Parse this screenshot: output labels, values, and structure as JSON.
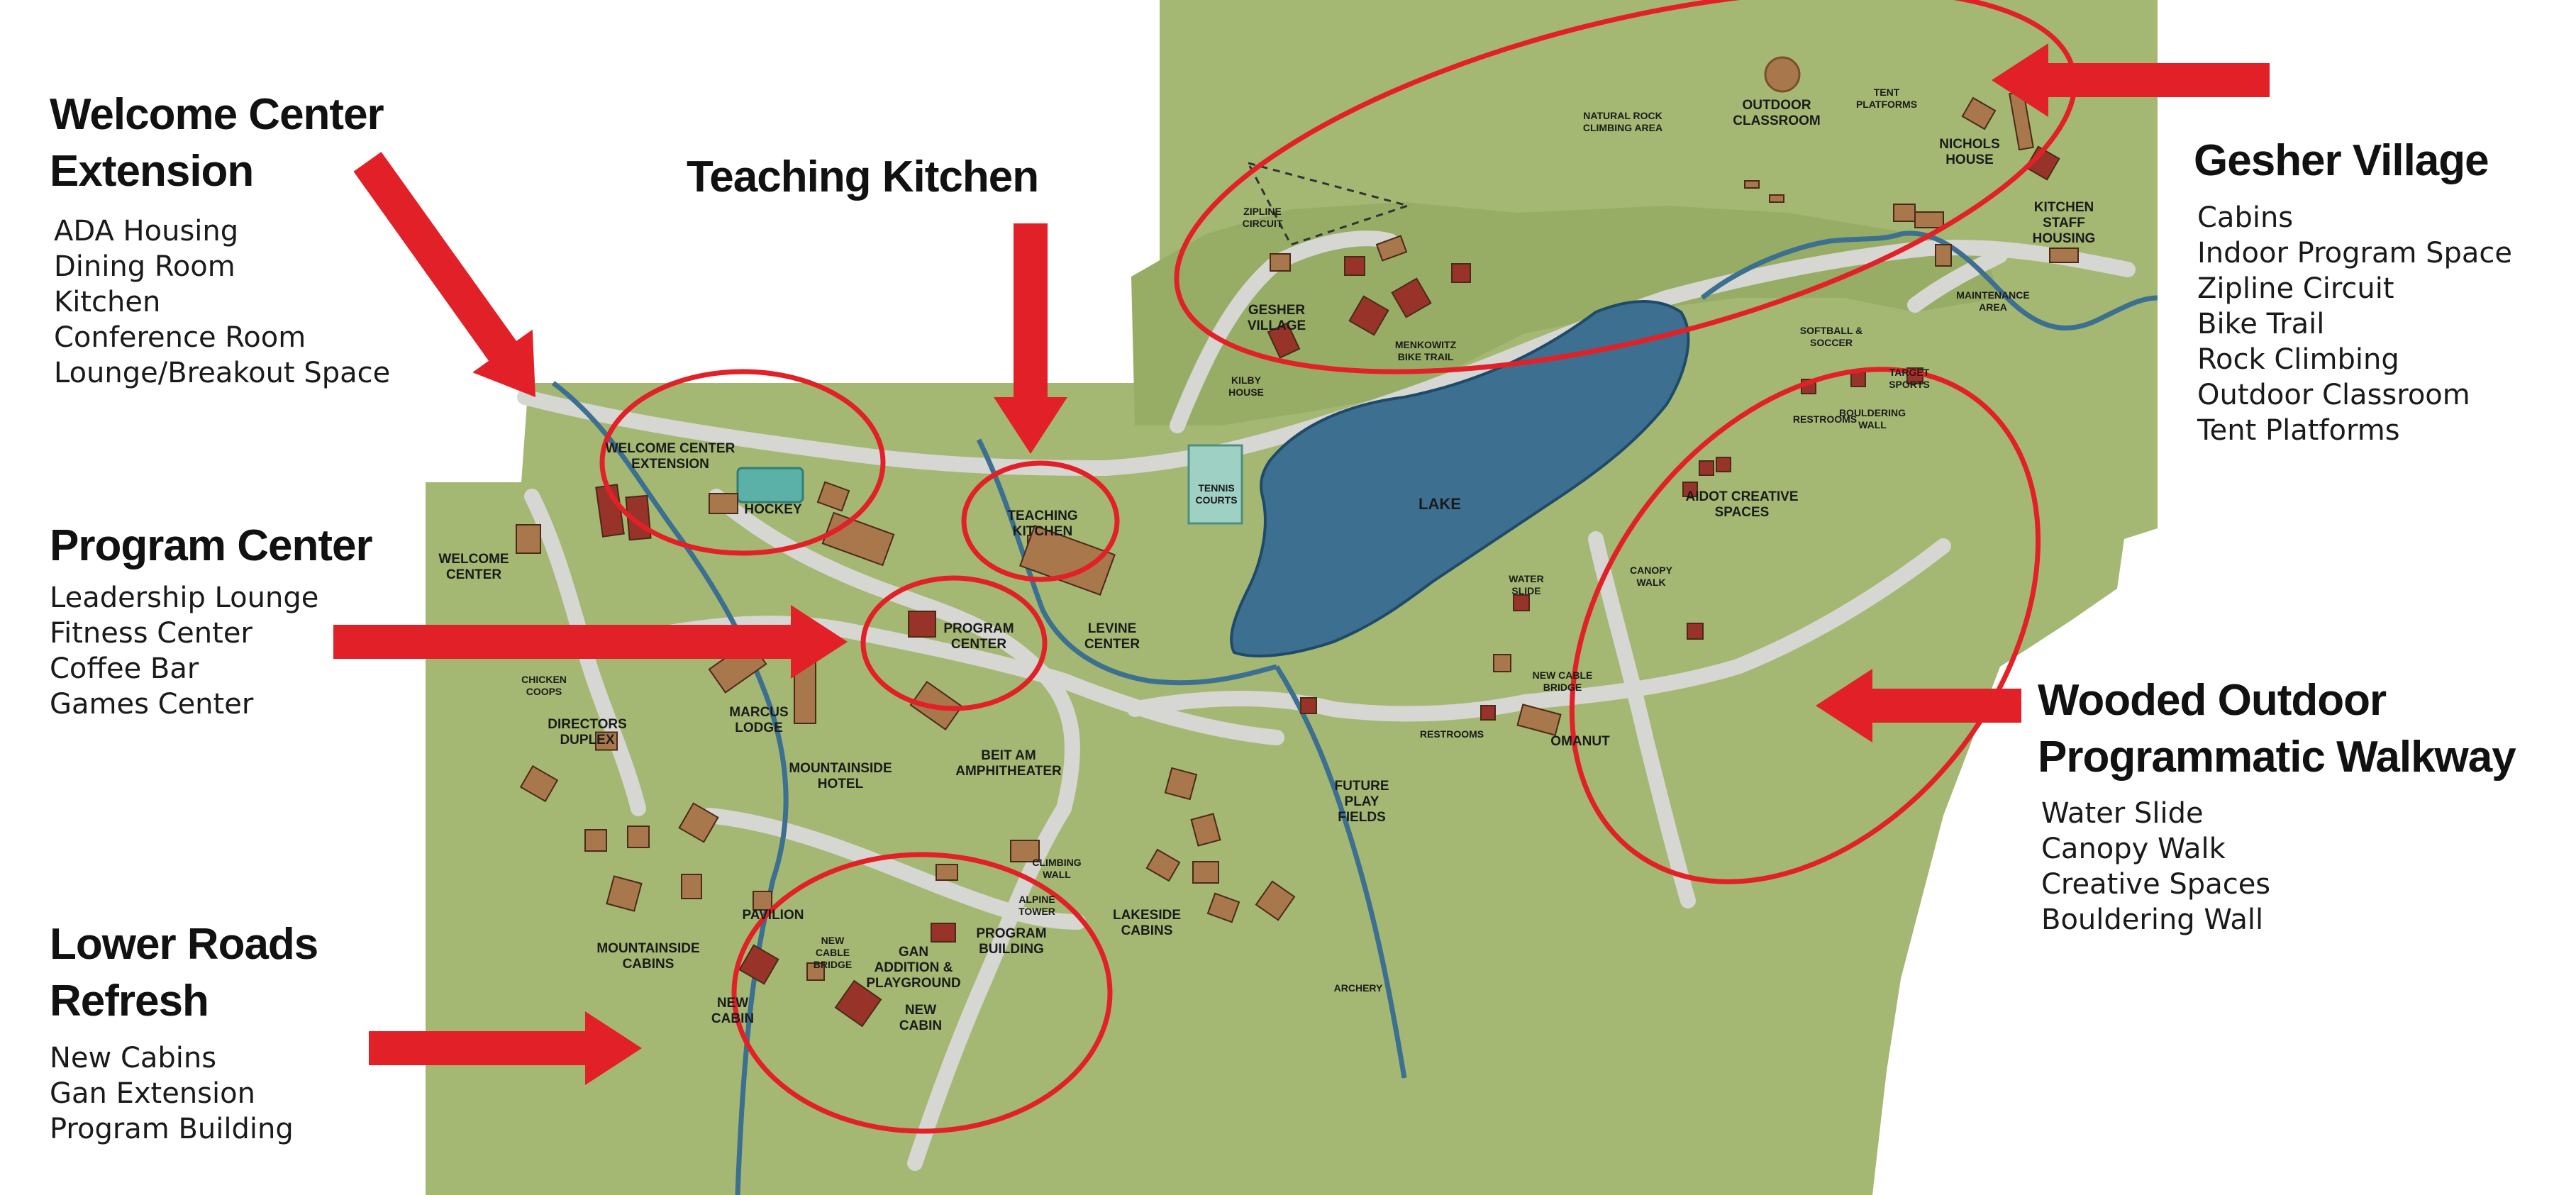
{
  "colors": {
    "land": "#a4b873",
    "land_dark": "#97ad65",
    "road": "#d6d6d2",
    "lake": "#3d6f90",
    "lake_edge": "#1f4a68",
    "building": "#a9774c",
    "building_red": "#98332a",
    "highlight": "#e12127"
  },
  "callouts": {
    "welcome": {
      "title_lines": [
        "Welcome Center",
        "Extension"
      ],
      "items": [
        "ADA Housing",
        "Dining Room",
        "Kitchen",
        "Conference Room",
        "Lounge/Breakout Space"
      ]
    },
    "teaching": {
      "title_lines": [
        "Teaching Kitchen"
      ],
      "items": []
    },
    "program": {
      "title_lines": [
        "Program Center"
      ],
      "items": [
        "Leadership Lounge",
        "Fitness Center",
        "Coffee Bar",
        "Games Center"
      ]
    },
    "lower": {
      "title_lines": [
        "Lower Roads",
        "Refresh"
      ],
      "items": [
        "New Cabins",
        "Gan Extension",
        "Program Building"
      ]
    },
    "gesher": {
      "title_lines": [
        "Gesher Village"
      ],
      "items": [
        "Cabins",
        "Indoor Program Space",
        "Zipline Circuit",
        "Bike Trail",
        "Rock Climbing",
        "Outdoor Classroom",
        "Tent Platforms"
      ]
    },
    "wooded": {
      "title_lines": [
        "Wooded Outdoor",
        "Programmatic Walkway"
      ],
      "items": [
        "Water Slide",
        "Canopy Walk",
        "Creative Spaces",
        "Bouldering Wall"
      ]
    }
  },
  "map_labels": [
    {
      "lines": [
        "WELCOME CENTER",
        "EXTENSION"
      ]
    },
    {
      "lines": [
        "WELCOME",
        "CENTER"
      ]
    },
    {
      "lines": [
        "HOCKEY"
      ]
    },
    {
      "lines": [
        "TEACHING",
        "KITCHEN"
      ]
    },
    {
      "lines": [
        "PROGRAM",
        "CENTER"
      ]
    },
    {
      "lines": [
        "LEVINE",
        "CENTER"
      ]
    },
    {
      "lines": [
        "TENNIS",
        "COURTS"
      ]
    },
    {
      "lines": [
        "KILBY",
        "HOUSE"
      ]
    },
    {
      "lines": [
        "LAKE"
      ]
    },
    {
      "lines": [
        "MARCUS",
        "LODGE"
      ]
    },
    {
      "lines": [
        "MOUNTAINSIDE",
        "HOTEL"
      ]
    },
    {
      "lines": [
        "BEIT AM",
        "AMPHITHEATER"
      ]
    },
    {
      "lines": [
        "DIRECTORS",
        "DUPLEX"
      ]
    },
    {
      "lines": [
        "CHICKEN",
        "COOPS"
      ]
    },
    {
      "lines": [
        "PAVILION"
      ]
    },
    {
      "lines": [
        "NEW",
        "CABIN"
      ]
    },
    {
      "lines": [
        "NEW",
        "CABIN"
      ]
    },
    {
      "lines": [
        "GAN",
        "ADDITION &",
        "PLAYGROUND"
      ]
    },
    {
      "lines": [
        "PROGRAM",
        "BUILDING"
      ]
    },
    {
      "lines": [
        "MOUNTAINSIDE",
        "CABINS"
      ]
    },
    {
      "lines": [
        "ALPINE",
        "TOWER"
      ]
    },
    {
      "lines": [
        "CLIMBING",
        "WALL"
      ]
    },
    {
      "lines": [
        "NEW",
        "CABLE",
        "BRIDGE"
      ]
    },
    {
      "lines": [
        "LAKESIDE",
        "CABINS"
      ]
    },
    {
      "lines": [
        "FUTURE",
        "PLAY",
        "FIELDS"
      ]
    },
    {
      "lines": [
        "ARCHERY"
      ]
    },
    {
      "lines": [
        "RESTROOMS"
      ]
    },
    {
      "lines": [
        "OMANUT"
      ]
    },
    {
      "lines": [
        "NEW CABLE",
        "BRIDGE"
      ]
    },
    {
      "lines": [
        "WATER",
        "SLIDE"
      ]
    },
    {
      "lines": [
        "CANOPY",
        "WALK"
      ]
    },
    {
      "lines": [
        "AIDOT CREATIVE",
        "SPACES"
      ]
    },
    {
      "lines": [
        "RESTROOMS"
      ]
    },
    {
      "lines": [
        "BOULDERING",
        "WALL"
      ]
    },
    {
      "lines": [
        "TARGET",
        "SPORTS"
      ]
    },
    {
      "lines": [
        "SOFTBALL &",
        "SOCCER"
      ]
    },
    {
      "lines": [
        "GESHER",
        "VILLAGE"
      ]
    },
    {
      "lines": [
        "MENKOWITZ",
        "BIKE TRAIL"
      ]
    },
    {
      "lines": [
        "ZIPLINE",
        "CIRCUIT"
      ]
    },
    {
      "lines": [
        "NATURAL ROCK",
        "CLIMBING AREA"
      ]
    },
    {
      "lines": [
        "OUTDOOR",
        "CLASSROOM"
      ]
    },
    {
      "lines": [
        "TENT",
        "PLATFORMS"
      ]
    },
    {
      "lines": [
        "NICHOLS",
        "HOUSE"
      ]
    },
    {
      "lines": [
        "KITCHEN",
        "STAFF",
        "HOUSING"
      ]
    },
    {
      "lines": [
        "MAINTENANCE",
        "AREA"
      ]
    }
  ]
}
